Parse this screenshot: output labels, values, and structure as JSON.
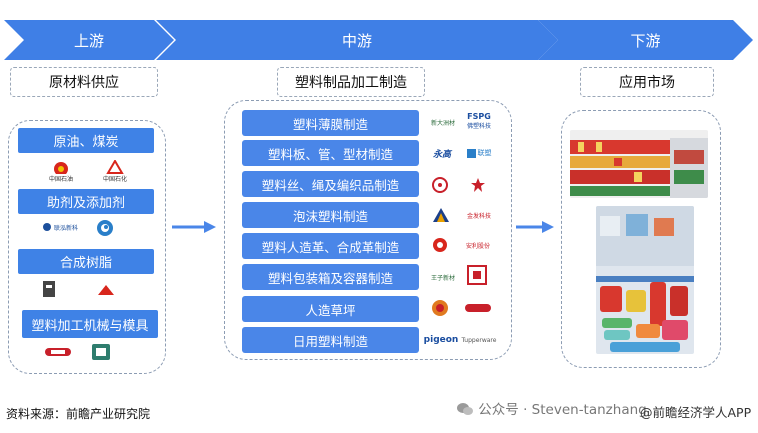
{
  "stages": {
    "upstream": "上游",
    "midstream": "中游",
    "downstream": "下游"
  },
  "headers": {
    "upstream": "原材料供应",
    "midstream": "塑料制品加工制造",
    "downstream": "应用市场"
  },
  "upstream_items": [
    "原油、煤炭",
    "助剂及添加剂",
    "合成树脂",
    "塑料加工机械与模具"
  ],
  "upstream_logos": {
    "row1_left": "中国石油",
    "row1_right": "中国石化",
    "row2_left": "联泓新科"
  },
  "midstream_items": [
    "塑料薄膜制造",
    "塑料板、管、型材制造",
    "塑料丝、绳及编织品制造",
    "泡沫塑料制造",
    "塑料人造革、合成革制造",
    "塑料包装箱及容器制造",
    "人造草坪",
    "日用塑料制造"
  ],
  "midstream_logos": {
    "row1_left": "新大洲材",
    "row1_right_top": "FSPG",
    "row1_right_bottom": "佛塑科技",
    "row2_left": "永高",
    "row2_right": "联塑",
    "row4_right": "金发科技",
    "row5_right": "安利股份",
    "row6_left": "王子新材",
    "row8_left": "pigeon",
    "row8_right": "Tupperware"
  },
  "source": "资料来源：前瞻产业研究院",
  "watermark": "公众号 · Steven-tanzhang",
  "app_credit": "@前瞻经济学人APP",
  "colors": {
    "chevron": "#3f7fe6",
    "box_blue": "#4a86e8",
    "arrow": "#4a86e8",
    "panel_border": "#8c9cb3"
  }
}
